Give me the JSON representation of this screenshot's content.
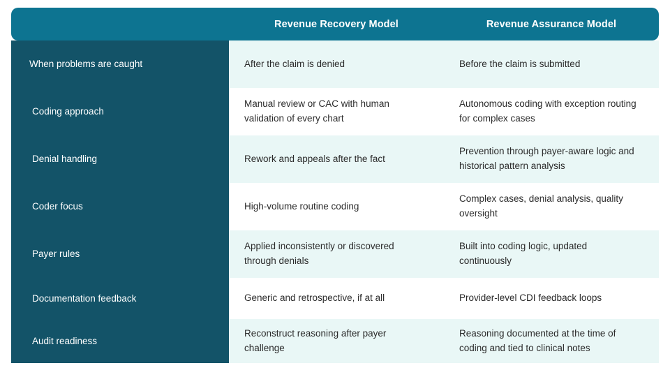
{
  "table": {
    "header": {
      "label_column": "",
      "columns": [
        "Revenue Recovery Model",
        "Revenue Assurance Model"
      ]
    },
    "colors": {
      "header_bg": "#0d7491",
      "label_column_bg": "#135368",
      "row_shade_bg": "#e9f7f6",
      "row_plain_bg": "#ffffff",
      "header_text": "#ffffff",
      "label_text": "#ffffff",
      "body_text": "#2b2b2b",
      "page_bg": "#ffffff"
    },
    "rows": [
      {
        "label": "When problems are caught",
        "recovery": "After the claim is denied",
        "assurance": "Before the claim is submitted"
      },
      {
        "label": "Coding approach",
        "recovery": "Manual review or CAC with human validation of every chart",
        "assurance": "Autonomous coding with exception routing for complex cases"
      },
      {
        "label": "Denial handling",
        "recovery": "Rework and appeals after the fact",
        "assurance": "Prevention through payer-aware logic and historical pattern analysis"
      },
      {
        "label": "Coder focus",
        "recovery": "High-volume routine coding",
        "assurance": "Complex cases, denial analysis, quality oversight"
      },
      {
        "label": "Payer rules",
        "recovery": "Applied inconsistently or discovered through denials",
        "assurance": "Built into coding logic, updated continuously"
      },
      {
        "label": "Documentation feedback",
        "recovery": "Generic and retrospective, if at all",
        "assurance": "Provider-level CDI feedback loops"
      },
      {
        "label": "Audit readiness",
        "recovery": "Reconstruct reasoning after payer challenge",
        "assurance": "Reasoning documented at the time of coding and tied to clinical notes"
      }
    ]
  }
}
